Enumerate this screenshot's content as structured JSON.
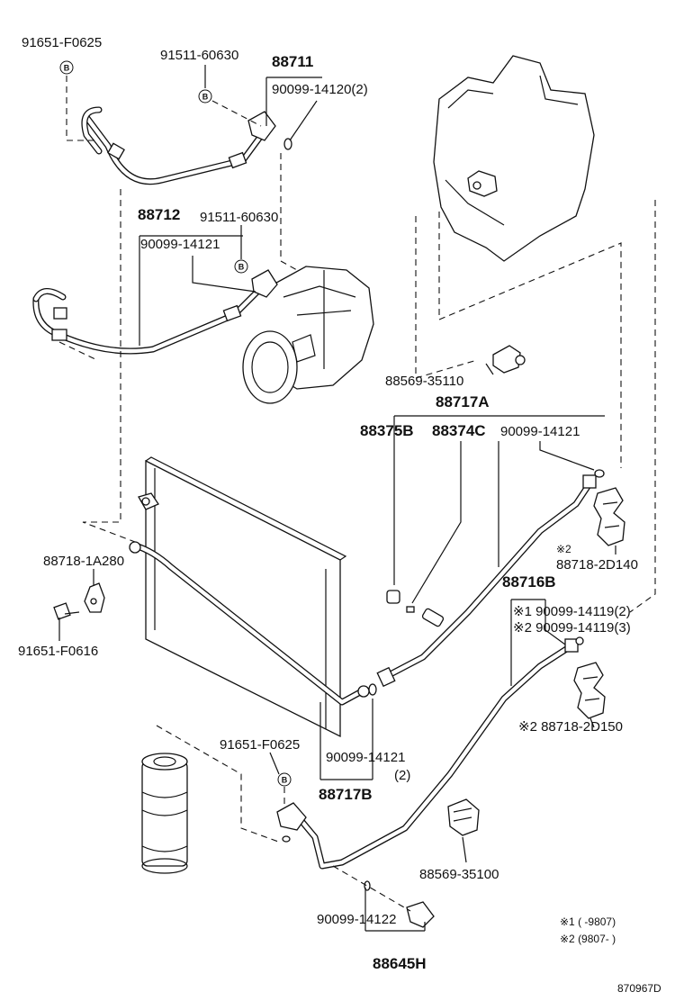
{
  "diagram": {
    "drawing_code": "870967D",
    "badge_letter": "B",
    "footnotes": [
      {
        "text": "※1 (      -9807)"
      },
      {
        "text": "※2 (9807-      )"
      }
    ],
    "labels": {
      "p91651_F0625_top": "91651-F0625",
      "p91511_60630_top": "91511-60630",
      "p88711": "88711",
      "p90099_14120": "90099-14120(2)",
      "p88712": "88712",
      "p91511_60630_mid": "91511-60630",
      "p90099_14121_a": "90099-14121",
      "p88569_35110": "88569-35110",
      "p88717A": "88717A",
      "p88375B": "88375B",
      "p88374C": "88374C",
      "p90099_14121_b": "90099-14121",
      "p88718_1A280": "88718-1A280",
      "p91651_F0616": "91651-F0616",
      "p88718_2D140": "88718-2D140",
      "p88718_2D140_mark": "※2",
      "p88716B": "88716B",
      "p90099_14119_2": "※1 90099-14119(2)",
      "p90099_14119_3": "※2 90099-14119(3)",
      "p88718_2D150": "※2 88718-2D150",
      "p91651_F0625_low": "91651-F0625",
      "p90099_14121_c": "90099-14121",
      "p90099_14121_c_qty": "(2)",
      "p88717B": "88717B",
      "p88569_35100": "88569-35100",
      "p90099_14122": "90099-14122",
      "p88645H": "88645H"
    }
  }
}
